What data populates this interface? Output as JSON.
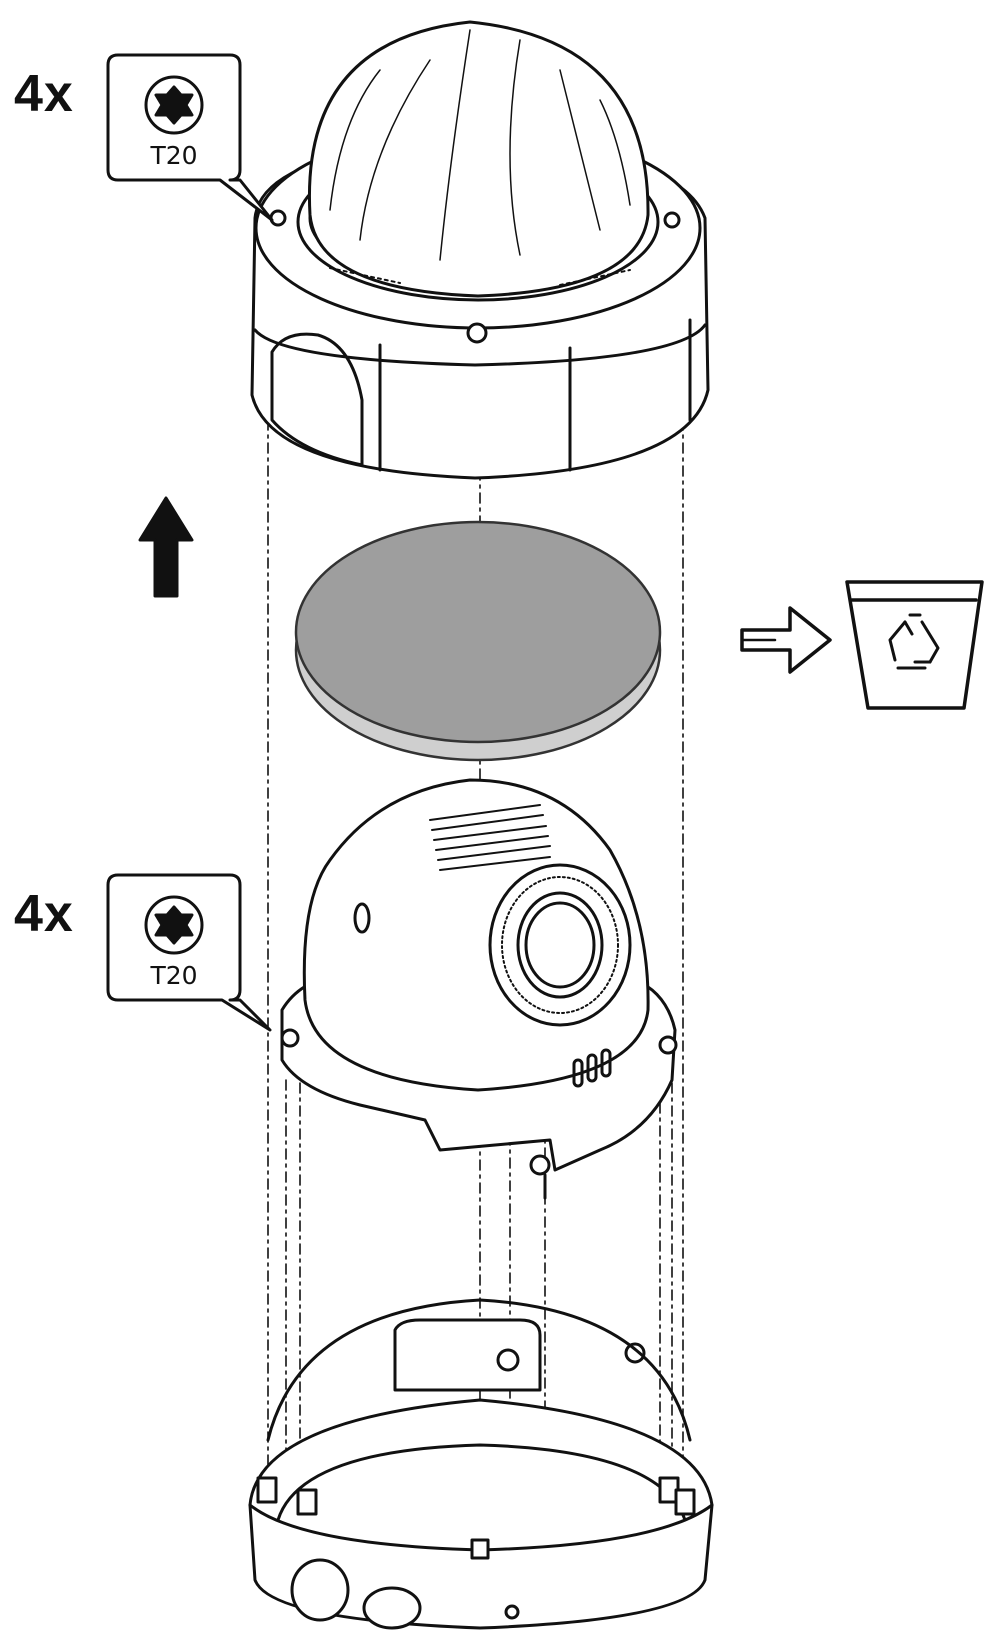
{
  "callouts": [
    {
      "quantity": "4x",
      "bit_label": "T20",
      "icon": "torx-screw-icon"
    },
    {
      "quantity": "4x",
      "bit_label": "T20",
      "icon": "torx-screw-icon"
    }
  ],
  "icons": {
    "lift_arrow": "arrow-up-icon",
    "discard_arrow": "arrow-right-outline-icon",
    "recycle_bin": "recycle-bin-icon"
  },
  "colors": {
    "line": "#111111",
    "desiccant_fill": "#9e9e9e",
    "desiccant_edge": "#d0d0d0",
    "background": "#ffffff"
  }
}
